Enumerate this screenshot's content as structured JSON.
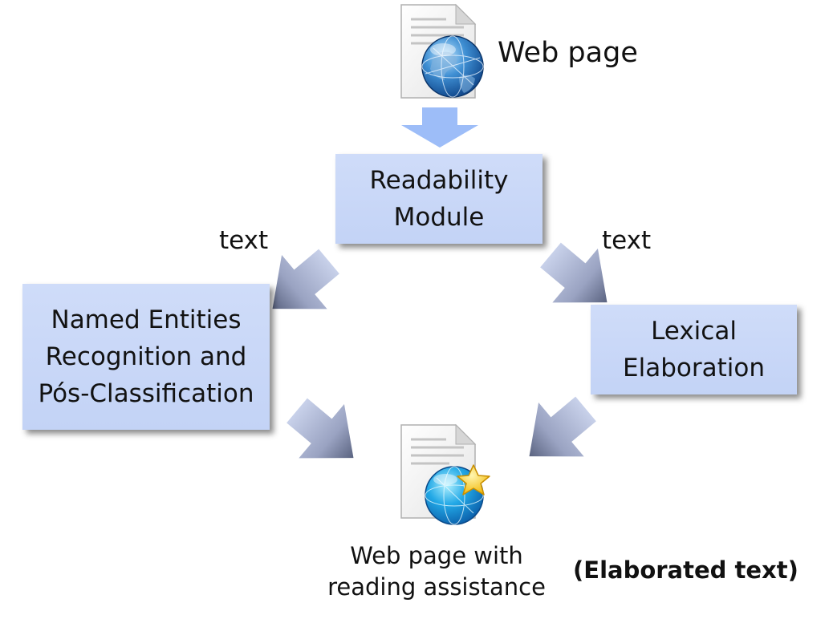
{
  "input": {
    "label": "Web page",
    "icon": "webpage-globe-icon"
  },
  "nodes": {
    "readability": {
      "lines": [
        "Readability",
        "Module"
      ]
    },
    "ner": {
      "lines": [
        "Named Entities",
        "Recognition and",
        "Pós-Classification"
      ]
    },
    "lexical": {
      "lines": [
        "Lexical",
        "Elaboration"
      ]
    }
  },
  "edges": {
    "left_label": "text",
    "right_label": "text"
  },
  "output": {
    "lines": [
      "Web page with",
      "reading assistance"
    ],
    "note": "(Elaborated text)",
    "icon": "webpage-globe-star-icon"
  },
  "colors": {
    "box_fill": "#c6d5f7",
    "arrow_light": "#c4cde8",
    "arrow_dark": "#5c6582",
    "input_arrow": "#9dbdf8"
  }
}
